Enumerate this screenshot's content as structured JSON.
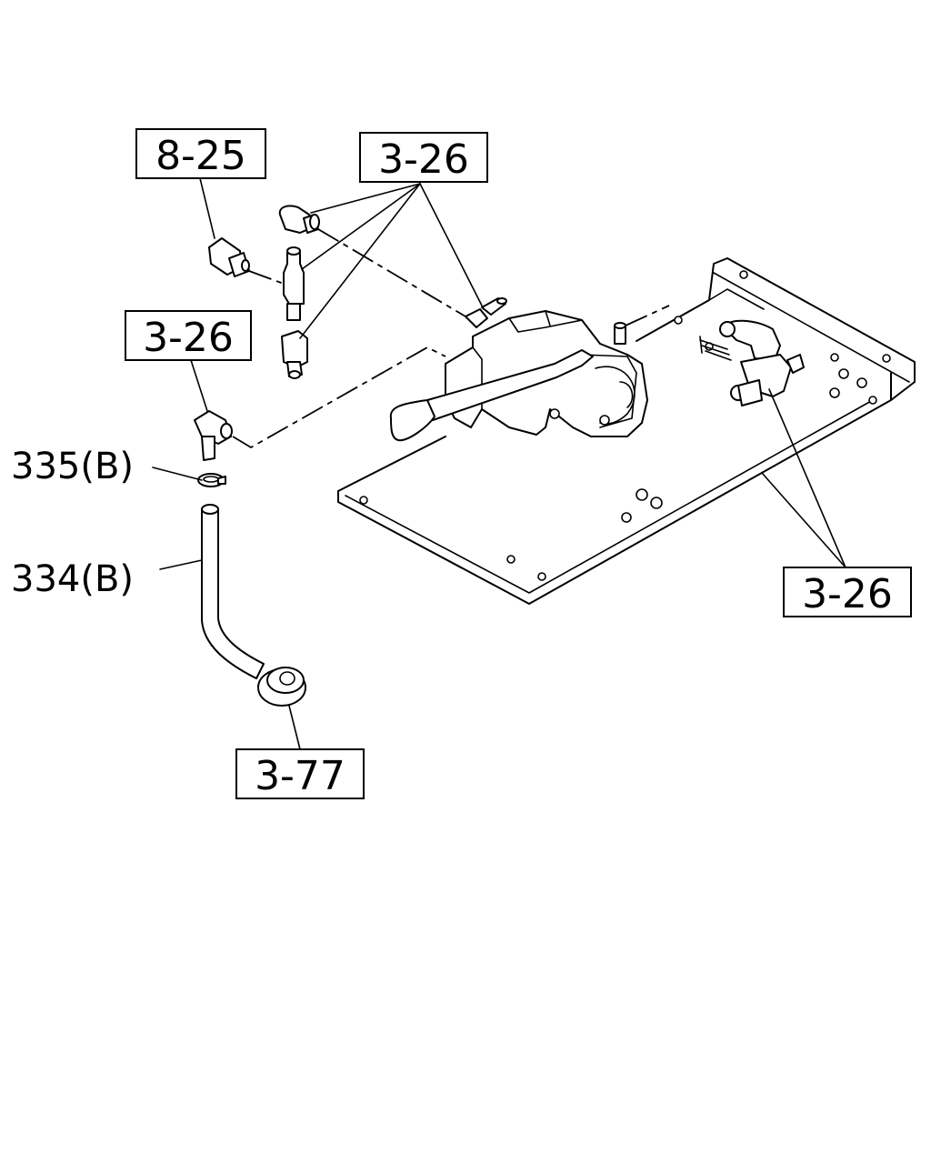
{
  "callouts": {
    "ref_8_25": "8-25",
    "ref_3_26_top": "3-26",
    "ref_3_26_left": "3-26",
    "ref_3_26_right": "3-26",
    "ref_3_77": "3-77"
  },
  "parts": {
    "part_335": "335(B)",
    "part_334": "334(B)"
  }
}
